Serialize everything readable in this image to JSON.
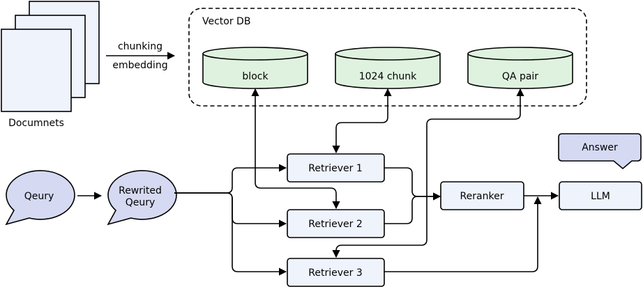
{
  "documents": {
    "label": "Documnets"
  },
  "ingest": {
    "line1": "chunking",
    "line2": "embedding"
  },
  "vector_db": {
    "title": "Vector DB",
    "stores": [
      "block",
      "1024 chunk",
      "QA pair"
    ]
  },
  "query": {
    "label": "Qeury"
  },
  "rewritten": {
    "line1": "Rewrited",
    "line2": "Qeury"
  },
  "retrievers": [
    "Retriever 1",
    "Retriever 2",
    "Retriever 3"
  ],
  "reranker": {
    "label": "Reranker"
  },
  "llm": {
    "label": "LLM"
  },
  "answer": {
    "label": "Answer"
  }
}
